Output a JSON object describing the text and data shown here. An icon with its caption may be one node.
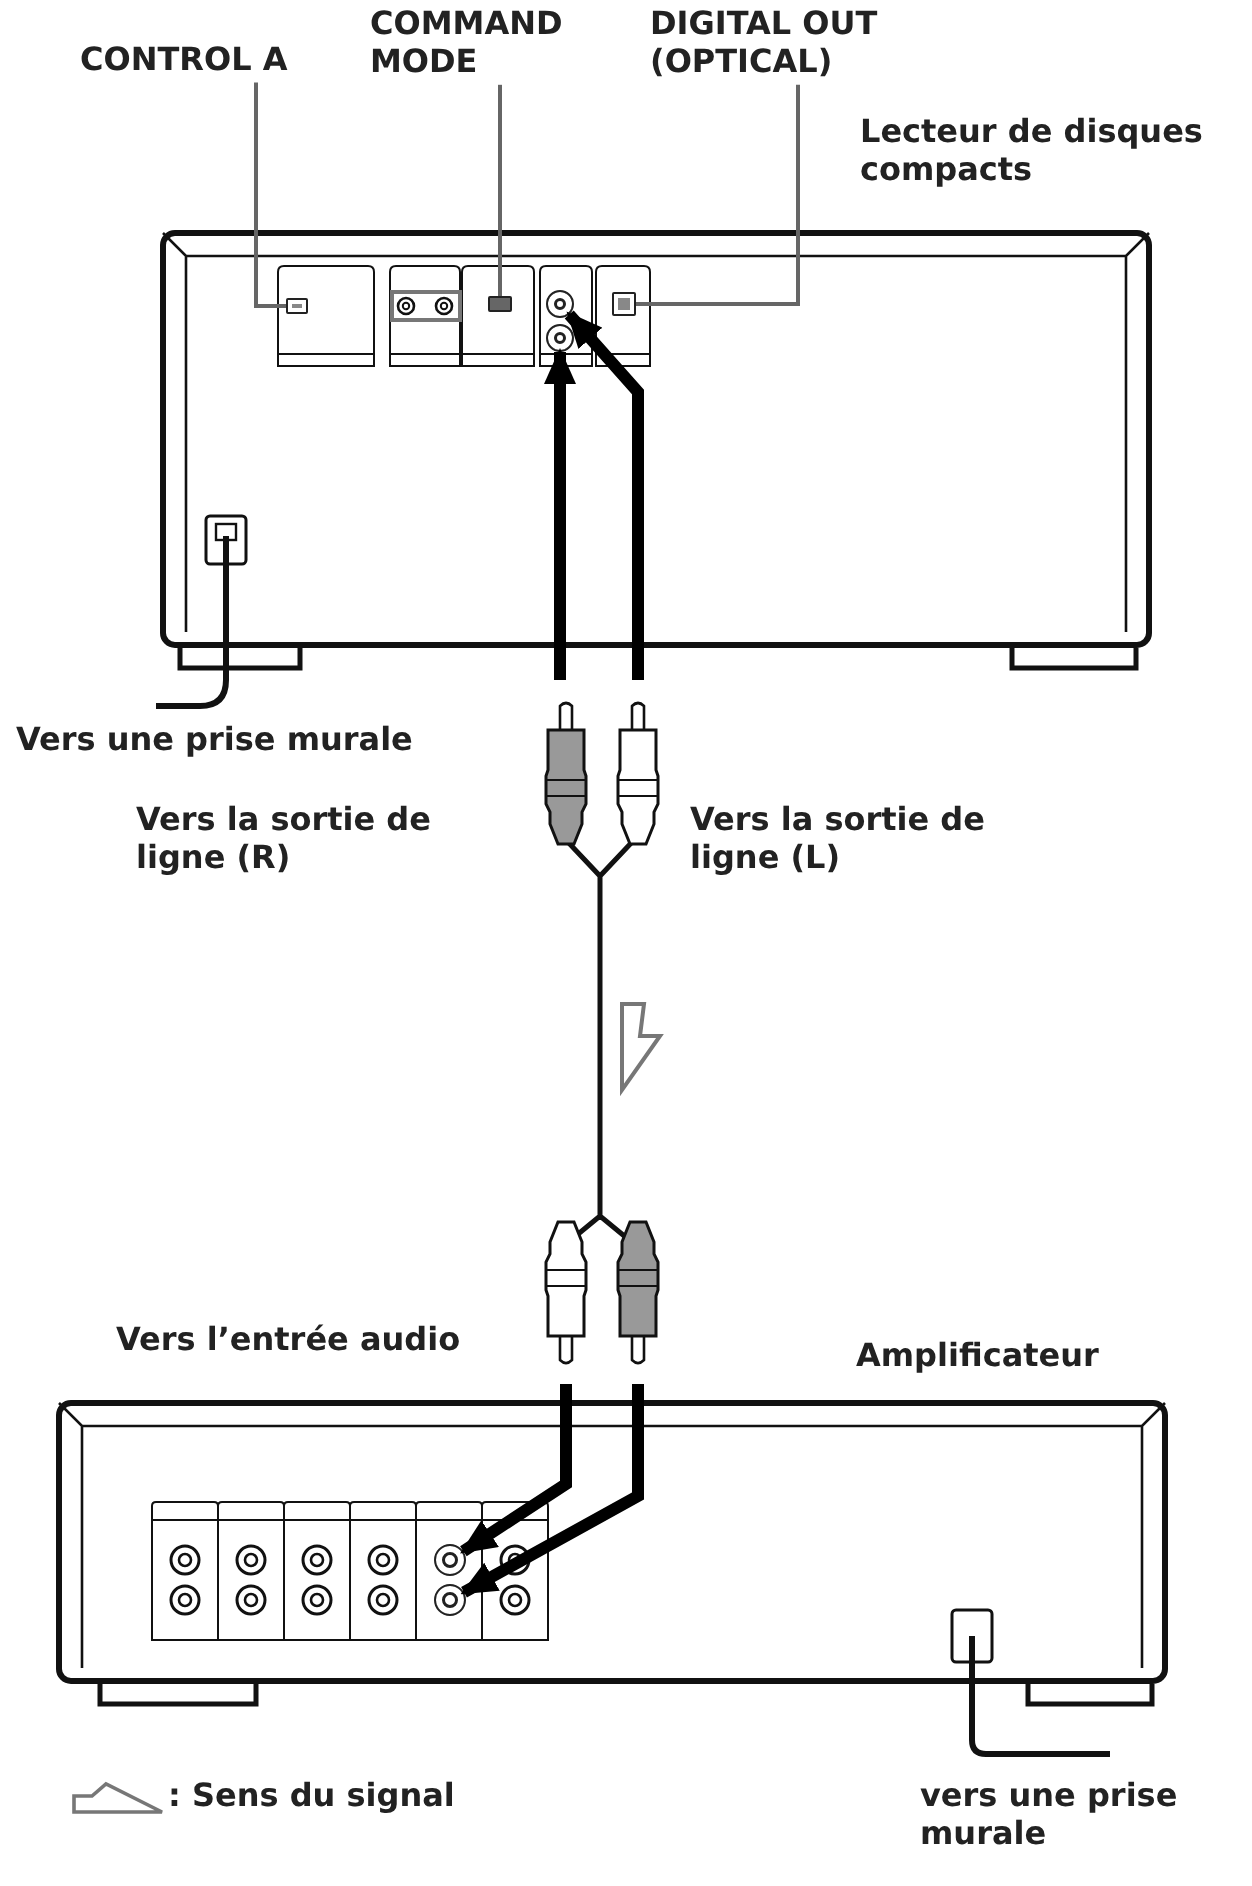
{
  "diagram": {
    "nodes": [
      {
        "text": [
          "CONTROL A"
        ]
      },
      {
        "text": [
          "COMMAND MODE"
        ]
      },
      {
        "text": [
          "DIGITAL OUT (OPTICAL)"
        ]
      },
      {
        "text": [
          "Lecteur de disques compacts"
        ]
      },
      {
        "text": [],
        "shape": "box",
        "in": 3
      },
      {
        "text": [],
        "shape": "box",
        "in": 3
      },
      {
        "text": [],
        "shape": "circle",
        "in": 3
      },
      {
        "text": [],
        "shape": "circle",
        "in": 3
      },
      {
        "text": [],
        "shape": "box",
        "in": 3
      },
      {
        "text": [
          "Amplificateur"
        ]
      },
      {
        "text": [],
        "shape": "circle",
        "in": 9
      },
      {
        "text": [],
        "shape": "circle",
        "in": 9
      }
    ],
    "edges": [
      {
        "from": 0,
        "to": 4,
        "arrow": "none",
        "color": "#666666"
      },
      {
        "from": 1,
        "to": 5,
        "arrow": "none",
        "color": "#666666"
      },
      {
        "from": 2,
        "to": 8,
        "arrow": "none",
        "color": "#666666"
      },
      {
        "from": null,
        "to": 6,
        "arrow": "to"
      },
      {
        "from": null,
        "to": 7,
        "arrow": "to"
      },
      {
        "from": null,
        "to": 10,
        "arrow": "to"
      },
      {
        "from": null,
        "to": 11,
        "arrow": "to"
      }
    ],
    "labels": [
      "Vers une prise murale",
      "Vers la sortie de ligne (R)",
      "Vers la sortie de ligne (L)",
      "Vers l’entrée audio",
      "vers une prise murale"
    ],
    "legend": [
      {
        "text": ": Sens du signal"
      }
    ]
  }
}
